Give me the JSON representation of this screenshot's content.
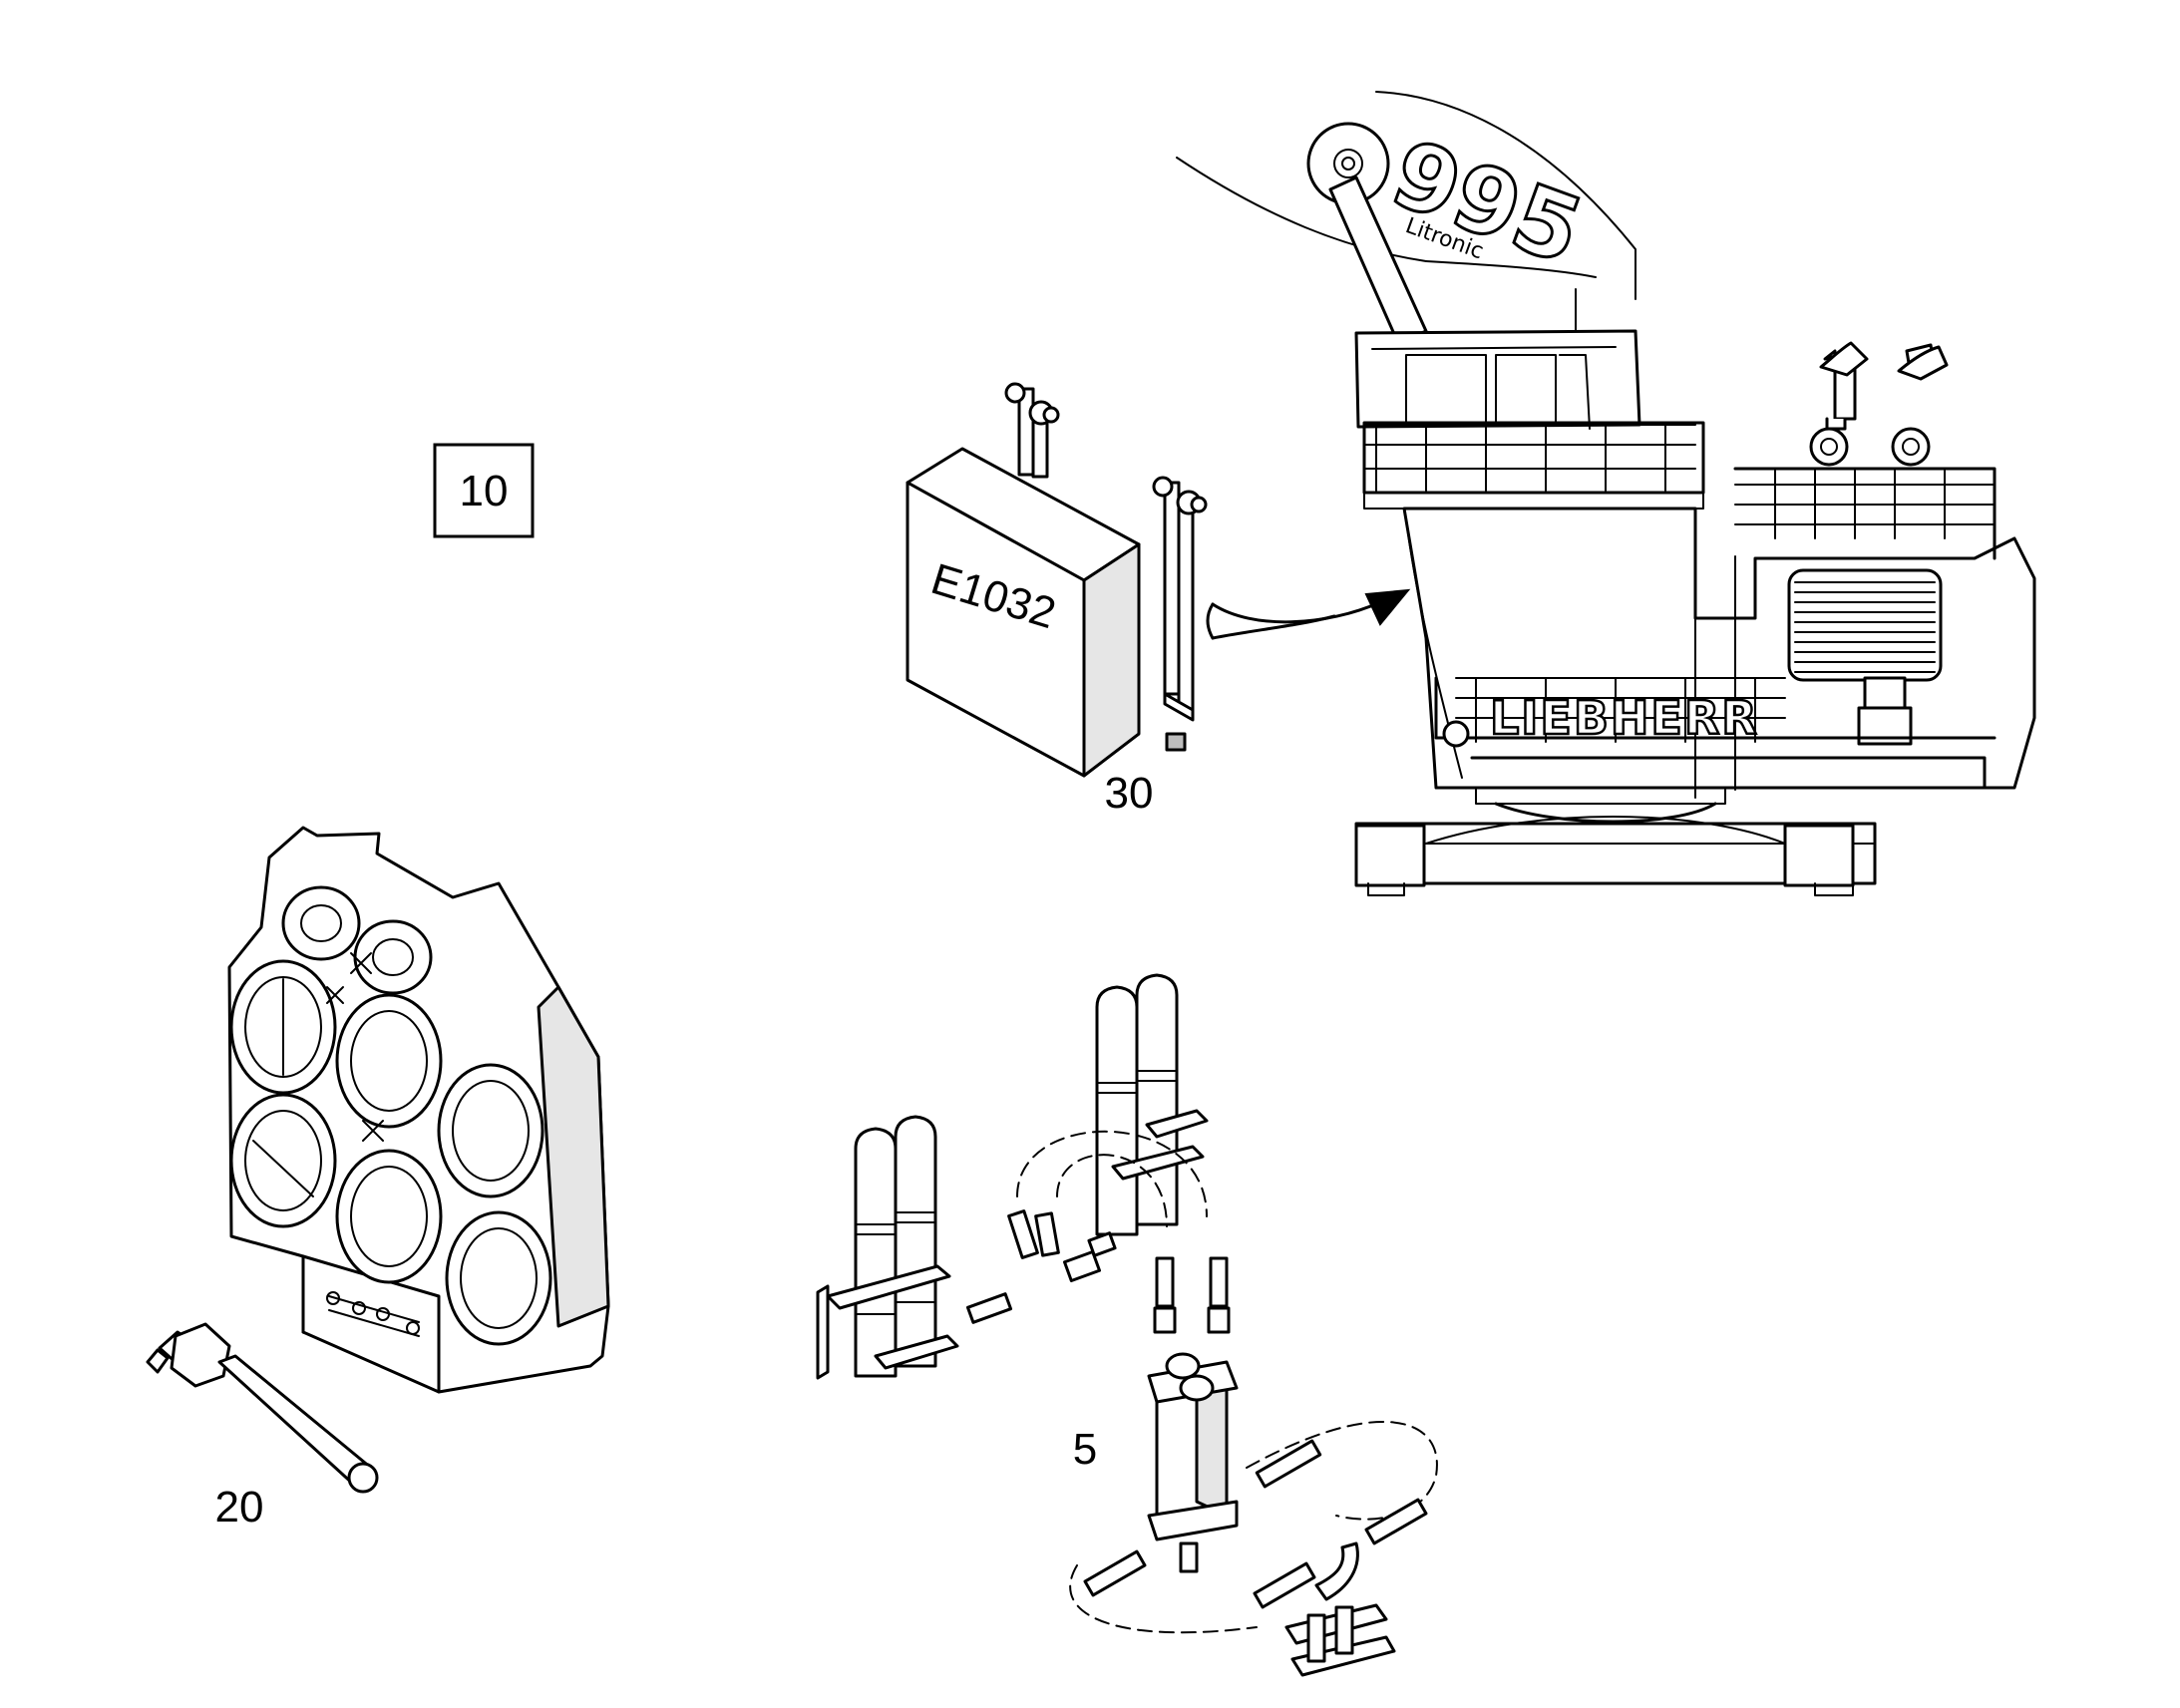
{
  "callouts": {
    "group_label": "10",
    "sensor_label": "20",
    "cabinet_label": "30",
    "accumulator_label": "5"
  },
  "cabinet": {
    "code": "E1032"
  },
  "machine": {
    "brand": "LIEBHERR",
    "model": "995",
    "variant": "Litronic"
  },
  "colors": {
    "line": "#000000",
    "background": "#ffffff"
  }
}
